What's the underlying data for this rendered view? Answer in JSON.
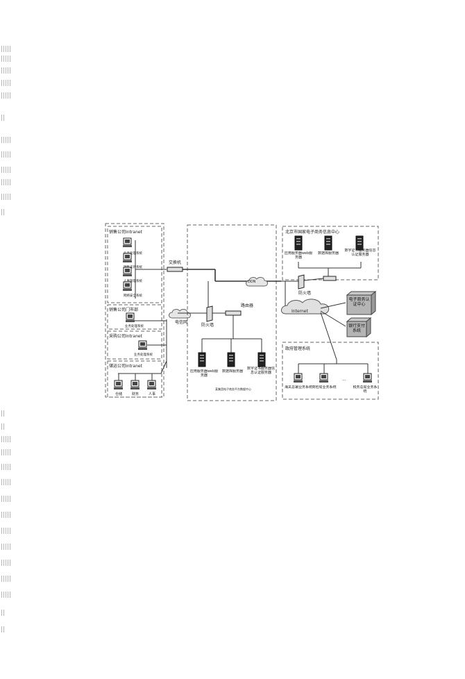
{
  "diagram": {
    "left_panel": {
      "sales_intranet": {
        "title": "销售公司Intranet",
        "nodes": [
          "业务处理系统",
          "销售支持系统",
          "人事管理系统",
          "网络安全系统"
        ]
      },
      "branch": {
        "title": "销售公司门市部",
        "node": "业务处理系统"
      },
      "purchase": {
        "title": "采购公司Intranet",
        "node": "业务处理系统"
      },
      "supply": {
        "title": "储运公司Intranet",
        "nodes": [
          "仓储",
          "财务",
          "人事"
        ]
      },
      "switch_label": "交换机",
      "telecom_label": "电信网"
    },
    "center": {
      "router_label": "路由器",
      "firewall_label": "防火墙",
      "ddn_label": "DDN",
      "servers": [
        "应用服务器web服务器",
        "数据库服务器",
        "数字证书服务器信息认证服务器"
      ],
      "caption": "某集团电子商务平台数据中心"
    },
    "right_top": {
      "title": "北京市国家电子商务信息中心",
      "servers": [
        "应用服务器web服务器",
        "数据库服务器",
        "数字证书服务器信息认证服务器"
      ],
      "firewall_label": "防火墙",
      "internet_label": "Internet"
    },
    "right_systems": [
      "电子商务认证中心",
      "银行支付系统"
    ],
    "right_bottom": {
      "title": "政府管理系统",
      "nodes": [
        "海关总署业务系统",
        "商检局业务系统",
        "税务总局业务系统"
      ],
      "ellipsis": "···"
    }
  }
}
